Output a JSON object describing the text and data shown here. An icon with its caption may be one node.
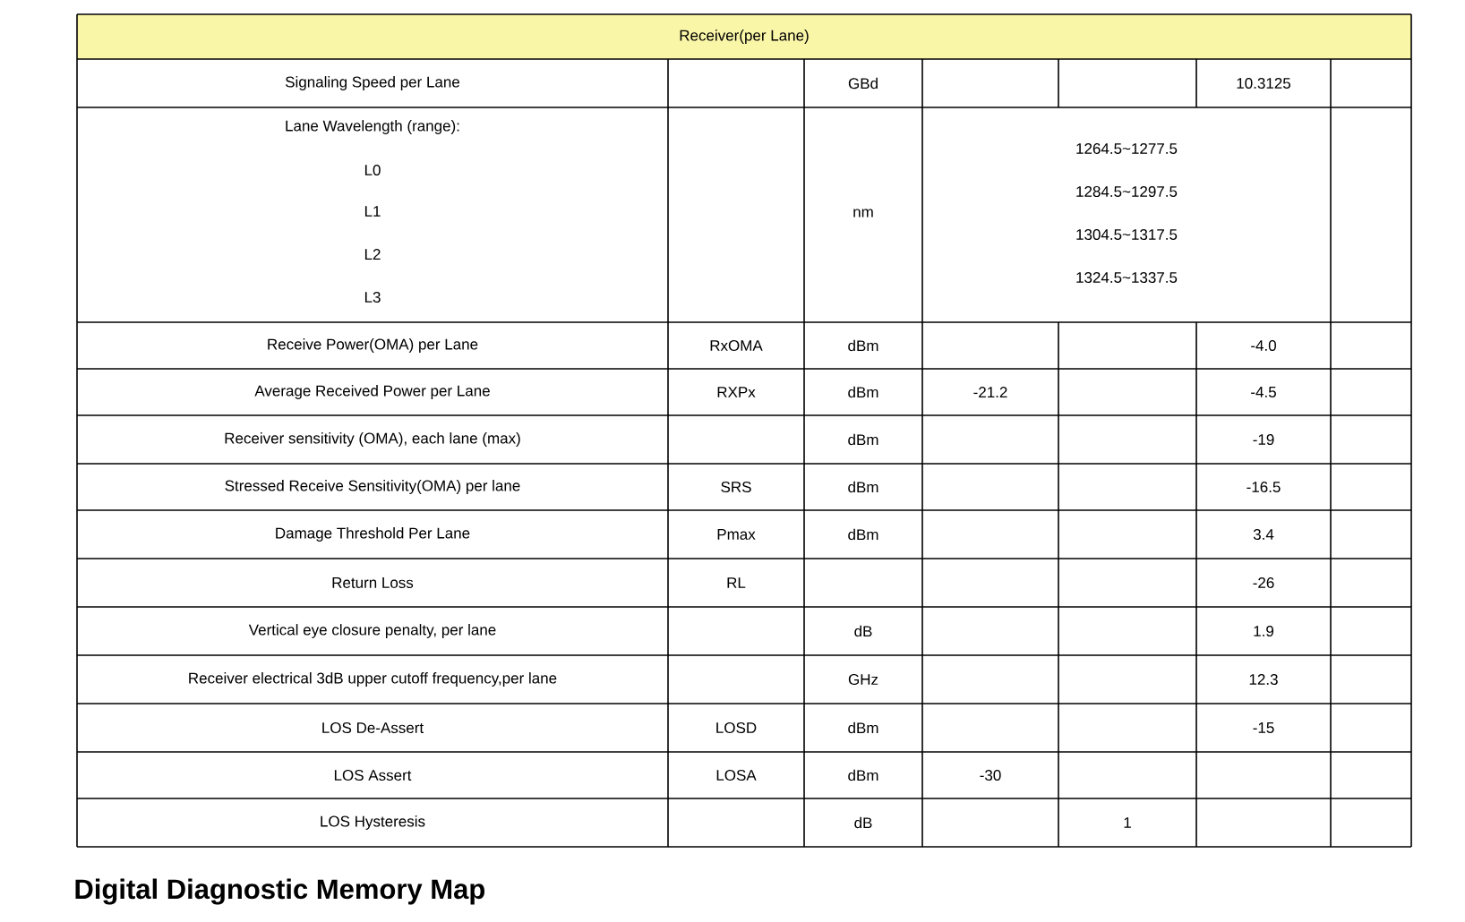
{
  "diagram": {
    "title": "Digital Diagnostic Memory Map",
    "labels": [
      "Receiver(per Lane)",
      "Signaling Speed per Lane",
      "GBd",
      "10.3125",
      "Lane Wavelength (range):",
      "L0",
      "L1",
      "L2",
      "L3",
      "nm",
      "1264.5~1277.5",
      "1284.5~1297.5",
      "1304.5~1317.5",
      "1324.5~1337.5",
      "Receive Power(OMA) per Lane",
      "RxOMA",
      "dBm",
      "-4.0",
      "Average Received Power per Lane",
      "RXPx",
      "dBm",
      "-21.2",
      "-4.5",
      "Receiver sensitivity (OMA), each lane (max)",
      "dBm",
      "-19",
      "Stressed Receive Sensitivity(OMA) per lane",
      "SRS",
      "dBm",
      "-16.5",
      "Damage Threshold Per Lane",
      "Pmax",
      "dBm",
      "3.4",
      "Return Loss",
      "RL",
      "-26",
      "Vertical eye closure penalty, per lane",
      "dB",
      "1.9",
      "Receiver electrical 3dB upper cutoff frequency,per lane",
      "GHz",
      "12.3",
      "LOS De-Assert",
      "LOSD",
      "dBm",
      "-15",
      "LOS Assert",
      "LOSA",
      "dBm",
      "-30",
      "LOS Hysteresis",
      "dB",
      "1"
    ]
  }
}
